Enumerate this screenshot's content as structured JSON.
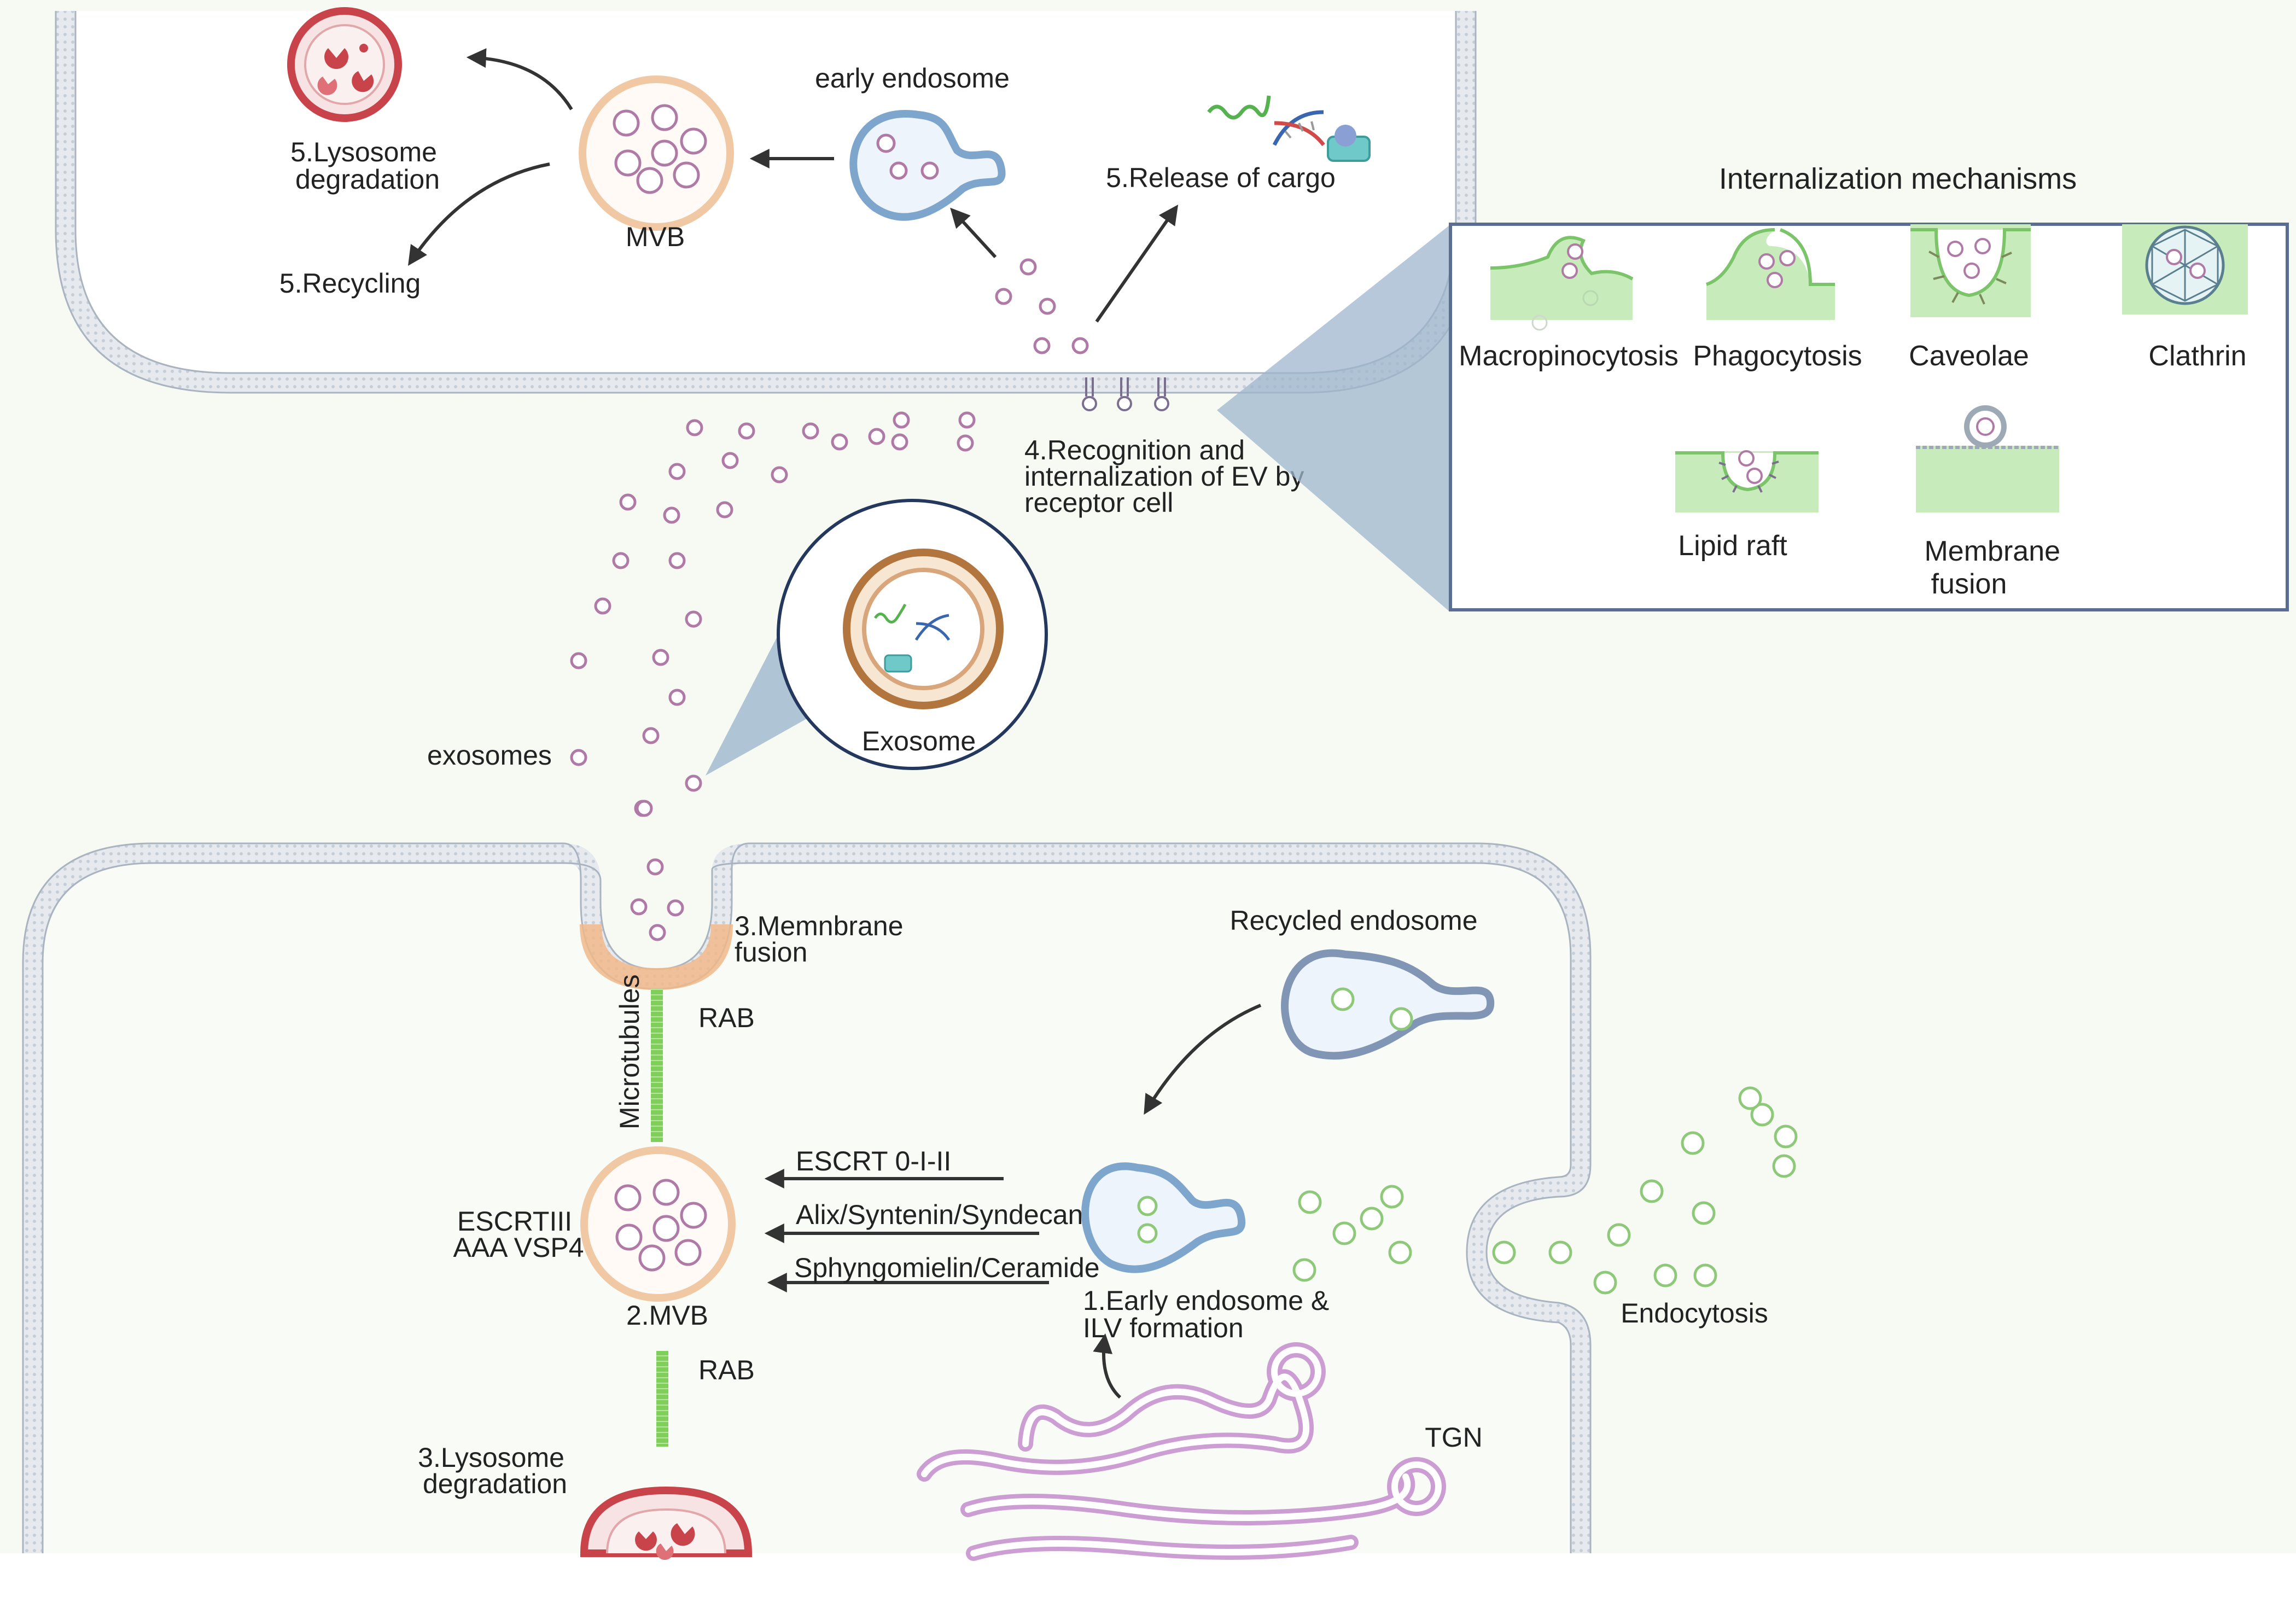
{
  "colors": {
    "background": "#f6faf3",
    "membrane": "#dfe4ea",
    "membrane_stroke": "#aab4c0",
    "vesicle_purple": "#b07aa6",
    "vesicle_green": "#8ec97a",
    "lysosome_red": "#c9434a",
    "pale_green_box": "#c8ebbc",
    "callout_blue": "#9db6cc",
    "endosome_blue": "#7ea5cc",
    "mvb_orange": "#f0c9a4",
    "golgi_pink": "#c48dcc"
  },
  "labels": {
    "lysosome_top": [
      "5.Lysosome",
      "degradation"
    ],
    "mvb_top": "MVB",
    "recycling": "5.Recycling",
    "early_endosome_top": "early endosome",
    "release_cargo": "5.Release of cargo",
    "recognition": [
      "4.Recognition and",
      "internalization of EV by",
      "receptor cell"
    ],
    "exosome": "Exosome",
    "exosomes": "exosomes",
    "membrane_fusion_3": [
      "3.Memnbrane",
      "fusion"
    ],
    "microtubules": "Microtubules",
    "rab_top": "RAB",
    "rab_bottom": "RAB",
    "escrt_iii": [
      "ESCRTIII",
      "AAA VSP4"
    ],
    "mvb_bottom": "2.MVB",
    "escrt_0": "ESCRT 0-I-II",
    "alix": "Alix/Syntenin/Syndecan",
    "sphingo": "Sphyngomielin/Ceramide",
    "early_endosome_ilv": [
      "1.Early endosome &",
      "ILV formation"
    ],
    "recycled_endosome": "Recycled endosome",
    "endocytosis": "Endocytosis",
    "tgn": "TGN",
    "lysosome_bottom": [
      "3.Lysosome",
      "degradation"
    ]
  },
  "internalization": {
    "title": "Internalization mechanisms",
    "mechanisms": [
      {
        "name": "Macropinocytosis",
        "lines": [
          "Macropinocytosis"
        ]
      },
      {
        "name": "Phagocytosis",
        "lines": [
          "Phagocytosis"
        ]
      },
      {
        "name": "Caveolae",
        "lines": [
          "Caveolae"
        ]
      },
      {
        "name": "Clathrin",
        "lines": [
          "Clathrin"
        ]
      },
      {
        "name": "Lipid raft",
        "lines": [
          "Lipid raft"
        ]
      },
      {
        "name": "Membrane fusion",
        "lines": [
          "Membrane",
          "fusion"
        ]
      }
    ]
  }
}
